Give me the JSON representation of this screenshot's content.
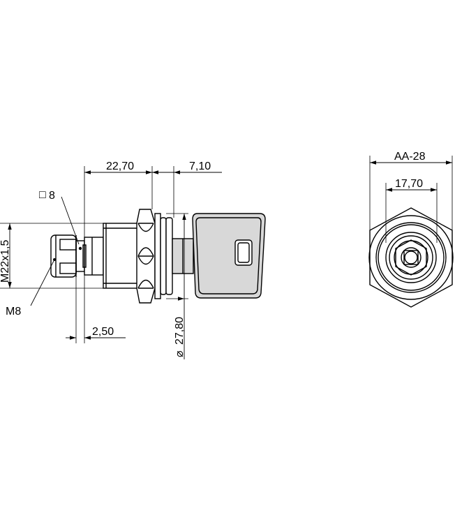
{
  "drawing": {
    "line_color": "#000000",
    "fill_key": "#d8d8d8",
    "fill_body": "#ffffff",
    "side_view": {
      "dim_overall_body": "22,70",
      "dim_key_offset": "7,10",
      "dim_square_drive": "8",
      "dim_thread": "M22x1,5",
      "dim_nut_thread": "M8",
      "dim_step": "2,50",
      "dim_diameter": "27,80",
      "square_symbol": "□",
      "diameter_symbol": "⌀"
    },
    "front_view": {
      "dim_across_flats": "AA-28",
      "dim_inner": "17,70"
    }
  }
}
